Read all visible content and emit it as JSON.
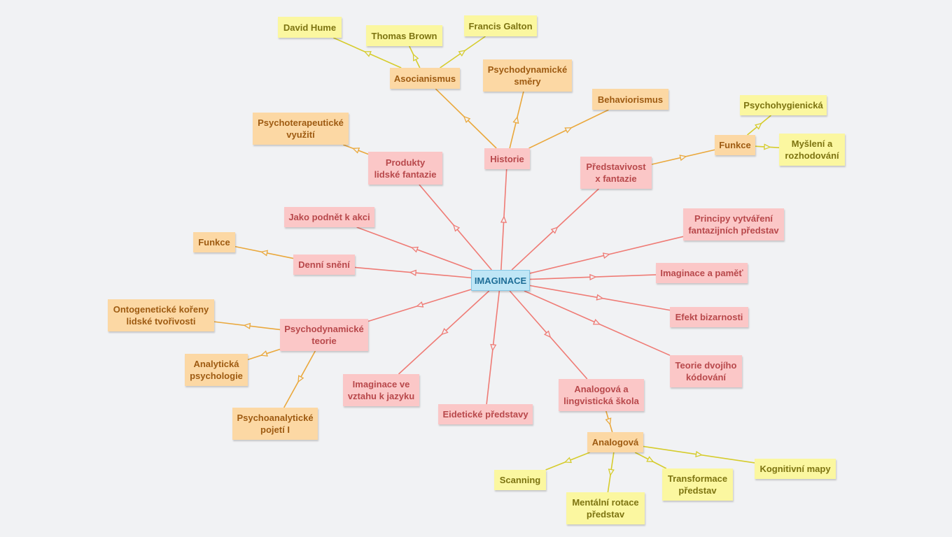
{
  "colors": {
    "background": "#f1f2f4",
    "root_fill": "#bfe6f6",
    "level1_fill": "#fbc7c7",
    "level1_line": "#ef7b75",
    "level2_fill": "#fcd8a4",
    "level2_line": "#eaa83c",
    "level3_fill": "#fbf7a0",
    "level3_line": "#d6cc2c"
  },
  "mindmap": {
    "root": {
      "id": "imaginace",
      "label": "IMAGINACE"
    },
    "nodes": [
      {
        "id": "historie",
        "label": "Historie",
        "level": 1,
        "parent": "imaginace"
      },
      {
        "id": "asocianismus",
        "label": "Asocianismus",
        "level": 2,
        "parent": "historie"
      },
      {
        "id": "david-hume",
        "label": "David Hume",
        "level": 3,
        "parent": "asocianismus"
      },
      {
        "id": "thomas-brown",
        "label": "Thomas Brown",
        "level": 3,
        "parent": "asocianismus"
      },
      {
        "id": "francis-galton",
        "label": "Francis Galton",
        "level": 3,
        "parent": "asocianismus"
      },
      {
        "id": "psychodynamicke-smery",
        "label": "Psychodynamické směry",
        "level": 2,
        "parent": "historie"
      },
      {
        "id": "behaviorismus",
        "label": "Behaviorismus",
        "level": 2,
        "parent": "historie"
      },
      {
        "id": "produkty",
        "label": "Produkty lidské fantazie",
        "level": 1,
        "parent": "imaginace"
      },
      {
        "id": "psychoterapeuticke",
        "label": "Psychoterapeutické využití",
        "level": 2,
        "parent": "produkty"
      },
      {
        "id": "predstavivost",
        "label": "Představivost x fantazie",
        "level": 1,
        "parent": "imaginace"
      },
      {
        "id": "funkce-right",
        "label": "Funkce",
        "level": 2,
        "parent": "predstavivost"
      },
      {
        "id": "psychohygienicka",
        "label": "Psychohygienická",
        "level": 3,
        "parent": "funkce-right"
      },
      {
        "id": "mysleni",
        "label": "Myšlení a rozhodování",
        "level": 3,
        "parent": "funkce-right"
      },
      {
        "id": "jako-podnet",
        "label": "Jako podnět k akci",
        "level": 1,
        "parent": "imaginace"
      },
      {
        "id": "denni-sneni",
        "label": "Denní snění",
        "level": 1,
        "parent": "imaginace"
      },
      {
        "id": "funkce-left",
        "label": "Funkce",
        "level": 2,
        "parent": "denni-sneni"
      },
      {
        "id": "psychodynamicke-teorie",
        "label": "Psychodynamické teorie",
        "level": 1,
        "parent": "imaginace"
      },
      {
        "id": "ontogeneticke",
        "label": "Ontogenetické kořeny lidské tvořivosti",
        "level": 2,
        "parent": "psychodynamicke-teorie"
      },
      {
        "id": "analyticka",
        "label": "Analytická psychologie",
        "level": 2,
        "parent": "psychodynamicke-teorie"
      },
      {
        "id": "psychoanalyticke",
        "label": "Psychoanalytické pojetí I",
        "level": 2,
        "parent": "psychodynamicke-teorie"
      },
      {
        "id": "imaginace-jazyk",
        "label": "Imaginace ve vztahu k jazyku",
        "level": 1,
        "parent": "imaginace"
      },
      {
        "id": "eideticke",
        "label": "Eidetické představy",
        "level": 1,
        "parent": "imaginace"
      },
      {
        "id": "analogova-skola",
        "label": "Analogová a lingvistická škola",
        "level": 1,
        "parent": "imaginace"
      },
      {
        "id": "analogova",
        "label": "Analogová",
        "level": 2,
        "parent": "analogova-skola"
      },
      {
        "id": "scanning",
        "label": "Scanning",
        "level": 3,
        "parent": "analogova"
      },
      {
        "id": "mentalni-rotace",
        "label": "Mentální rotace představ",
        "level": 3,
        "parent": "analogova"
      },
      {
        "id": "transformace",
        "label": "Transformace představ",
        "level": 3,
        "parent": "analogova"
      },
      {
        "id": "kognitivni-mapy",
        "label": "Kognitivní mapy",
        "level": 3,
        "parent": "analogova"
      },
      {
        "id": "principy",
        "label": "Principy vytváření fantazijních představ",
        "level": 1,
        "parent": "imaginace"
      },
      {
        "id": "imaginace-pamet",
        "label": "Imaginace a paměť",
        "level": 1,
        "parent": "imaginace"
      },
      {
        "id": "efekt-bizarnosti",
        "label": "Efekt bizarnosti",
        "level": 1,
        "parent": "imaginace"
      },
      {
        "id": "teorie-dvojiho",
        "label": "Teorie dvojího kódování",
        "level": 1,
        "parent": "imaginace"
      }
    ]
  }
}
